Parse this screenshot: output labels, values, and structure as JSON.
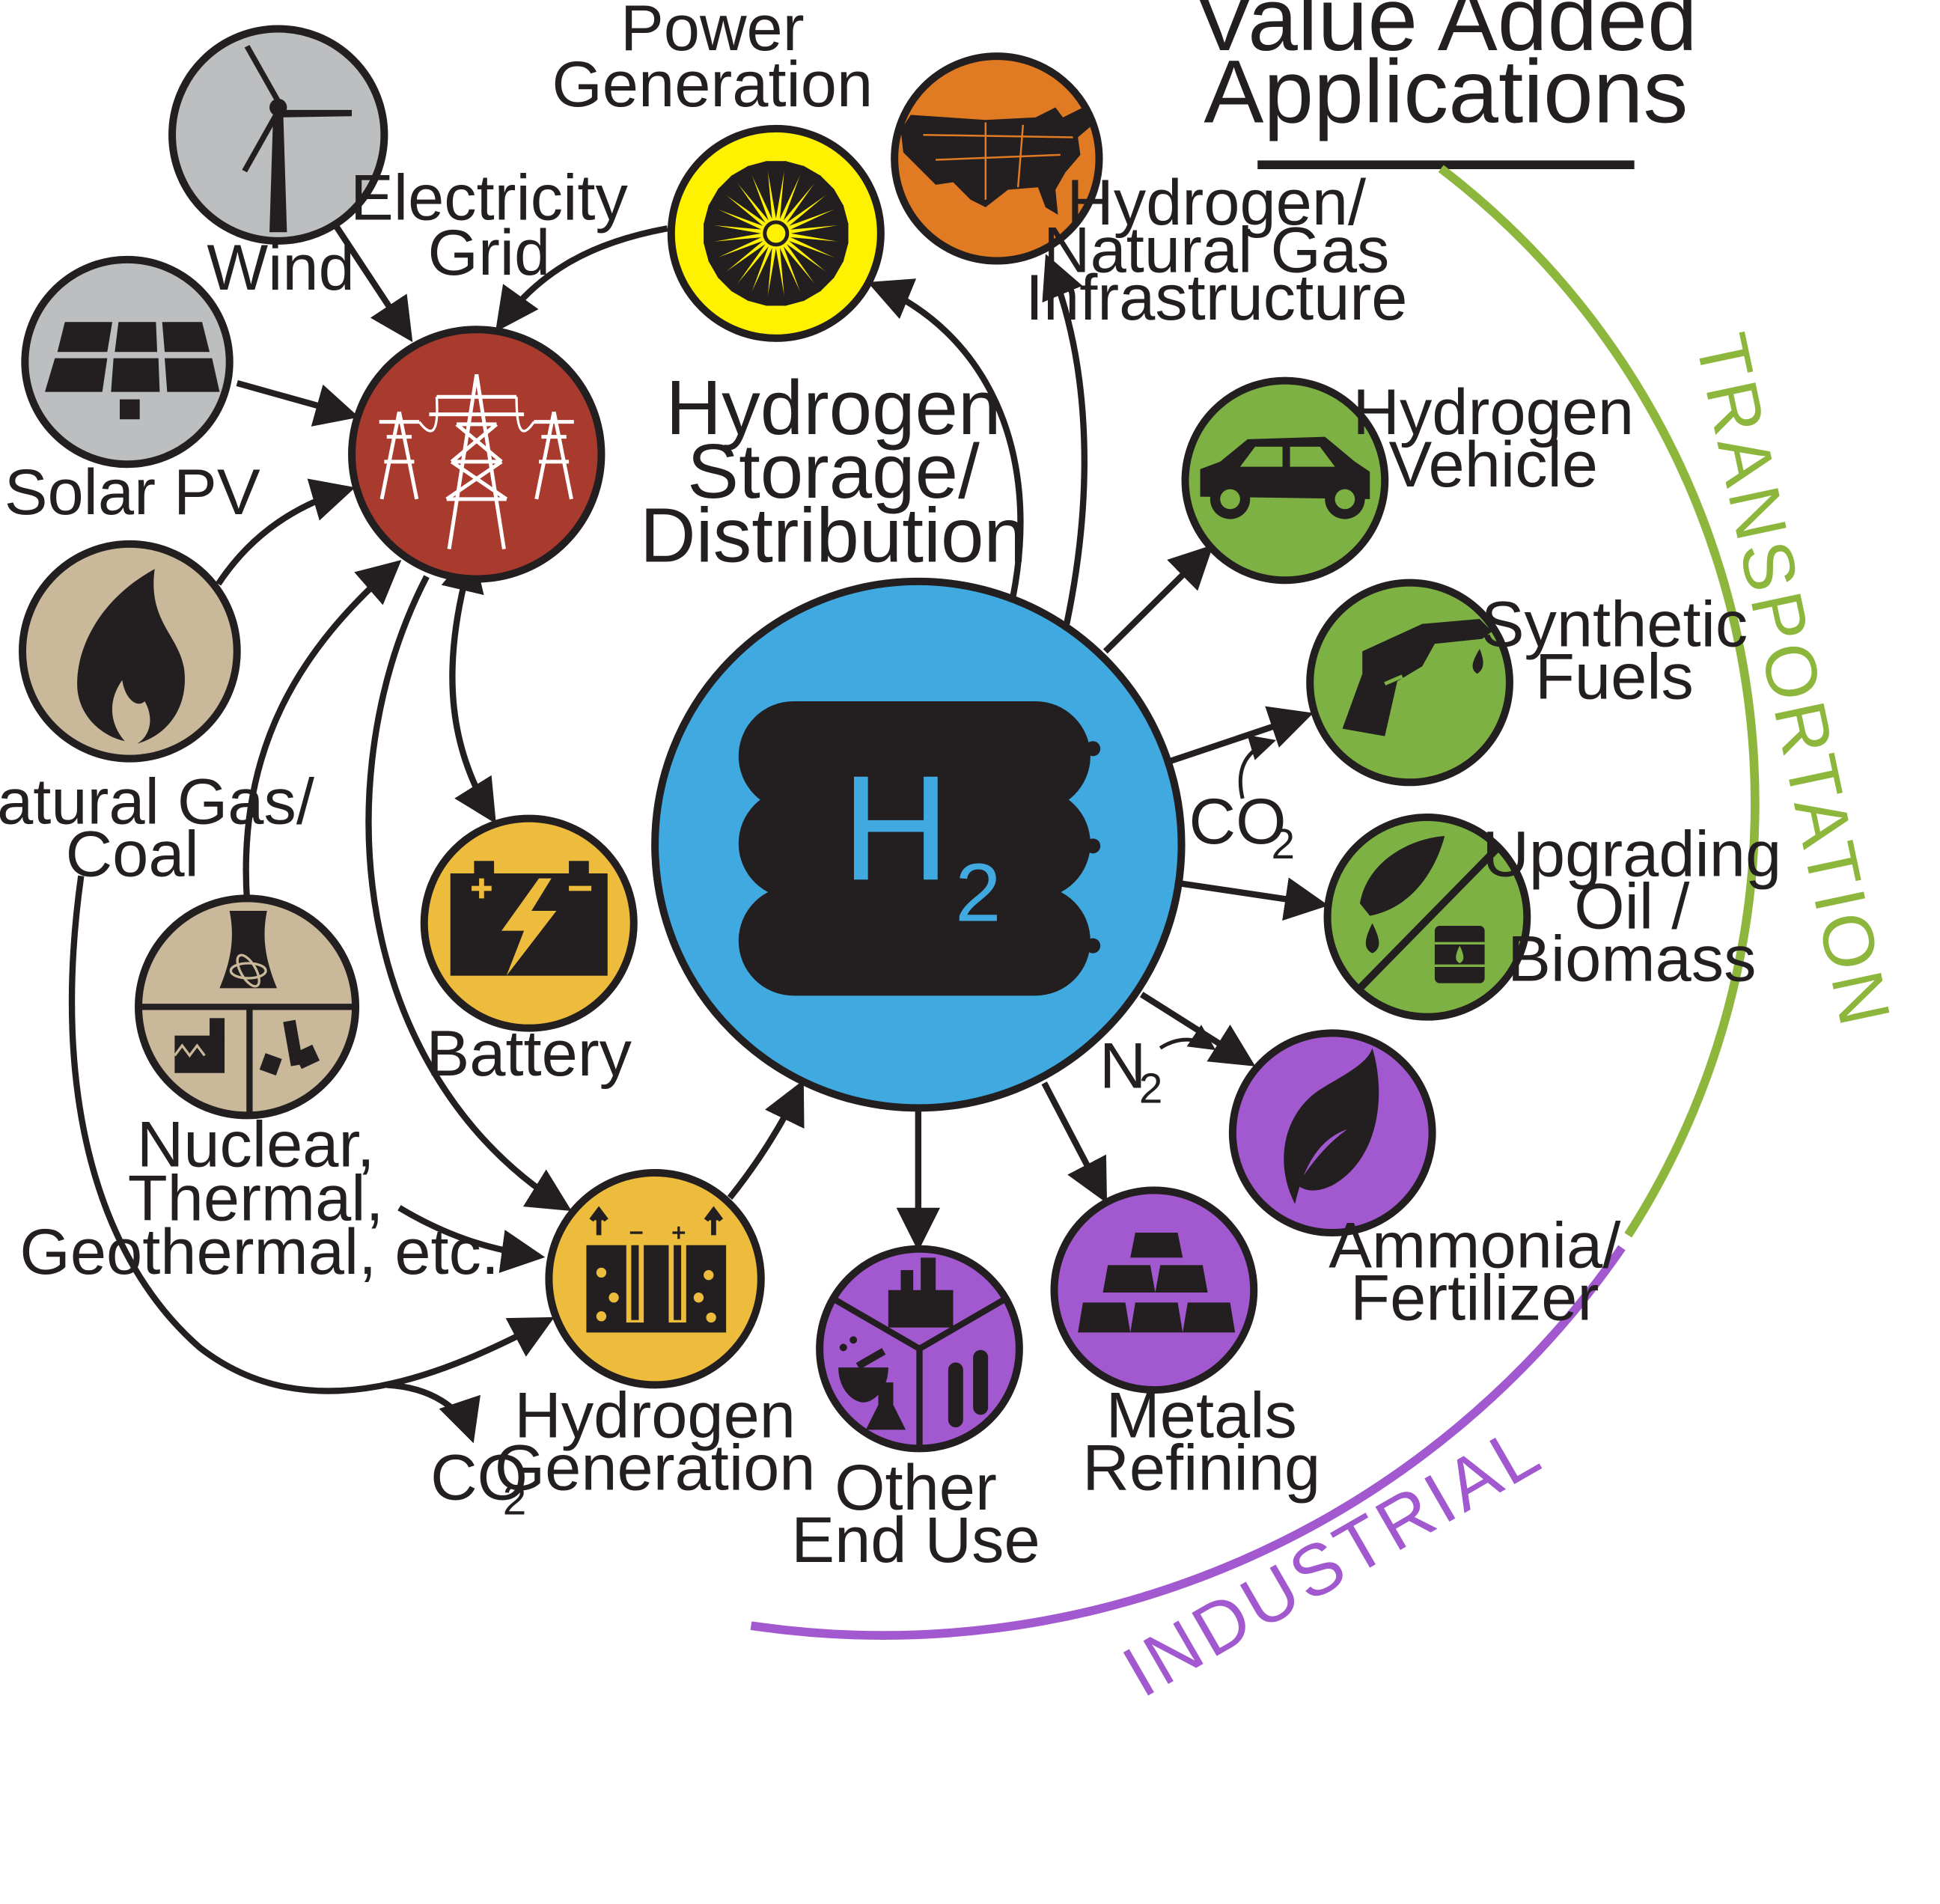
{
  "header": {
    "title_line1": "Value Added",
    "title_line2": "Applications"
  },
  "center": {
    "title_line1": "Hydrogen",
    "title_line2": "Storage/",
    "title_line3": "Distribution",
    "symbol": "H",
    "subscript": "2"
  },
  "arcs": {
    "transportation": "TRANSPORTATION",
    "industrial": "INDUSTRIAL"
  },
  "colors": {
    "center": "#3fa9e0",
    "grid": "#a93a2e",
    "source_gray": "#bcbec0",
    "natgas": "#c9b99a",
    "power": "#fff200",
    "infrastructure": "#e07b24",
    "green": "#7db143",
    "purple": "#a259cf",
    "yellow": "#edbc3c",
    "transport_arc": "#8cb63c",
    "industrial_arc": "#a259cf"
  },
  "nodes": {
    "wind": {
      "label": "Wind",
      "icon": "wind-turbine-icon"
    },
    "solar": {
      "label": "Solar PV",
      "icon": "solar-panel-icon"
    },
    "natgas": {
      "label_line1": "Natural Gas/",
      "label_line2": "Coal",
      "icon": "flame-icon"
    },
    "nuclear": {
      "label_line1": "Nuclear,",
      "label_line2": "Thermal,",
      "label_line3": "Geothermal, etc.",
      "icon": "nuclear-thermal-geothermal-icon"
    },
    "grid": {
      "label_line1": "Electricity",
      "label_line2": "Grid",
      "icon": "transmission-tower-icon"
    },
    "power": {
      "label_line1": "Power",
      "label_line2": "Generation",
      "icon": "turbine-fan-icon"
    },
    "battery": {
      "label": "Battery",
      "icon": "battery-icon"
    },
    "generation": {
      "label_line1": "Hydrogen",
      "label_line2": "Generation",
      "icon": "electrolyzer-icon"
    },
    "infrastructure": {
      "label_line1": "Hydrogen/",
      "label_line2": "Natural Gas",
      "label_line3": "Infrastructure",
      "icon": "us-map-icon"
    },
    "vehicle": {
      "label_line1": "Hydrogen",
      "label_line2": "Vehicle",
      "icon": "car-icon"
    },
    "fuels": {
      "label_line1": "Synthetic",
      "label_line2": "Fuels",
      "icon": "fuel-nozzle-icon"
    },
    "upgrading": {
      "label_line1": "Upgrading",
      "label_line2": "Oil /",
      "label_line3": "Biomass",
      "icon": "leaf-and-barrel-icon"
    },
    "ammonia": {
      "label_line1": "Ammonia/",
      "label_line2": "Fertilizer",
      "icon": "leaf-icon"
    },
    "metals": {
      "label_line1": "Metals",
      "label_line2": "Refining",
      "icon": "metal-ingots-icon"
    },
    "other": {
      "label_line1": "Other",
      "label_line2": "End Use",
      "icon": "refinery-lab-icon"
    }
  },
  "chem": {
    "co2_fuels": {
      "main": "CO",
      "sub": "2"
    },
    "n2_ammonia": {
      "main": "N",
      "sub": "2"
    },
    "co2_generation": {
      "main": "CO",
      "sub": "2"
    }
  }
}
